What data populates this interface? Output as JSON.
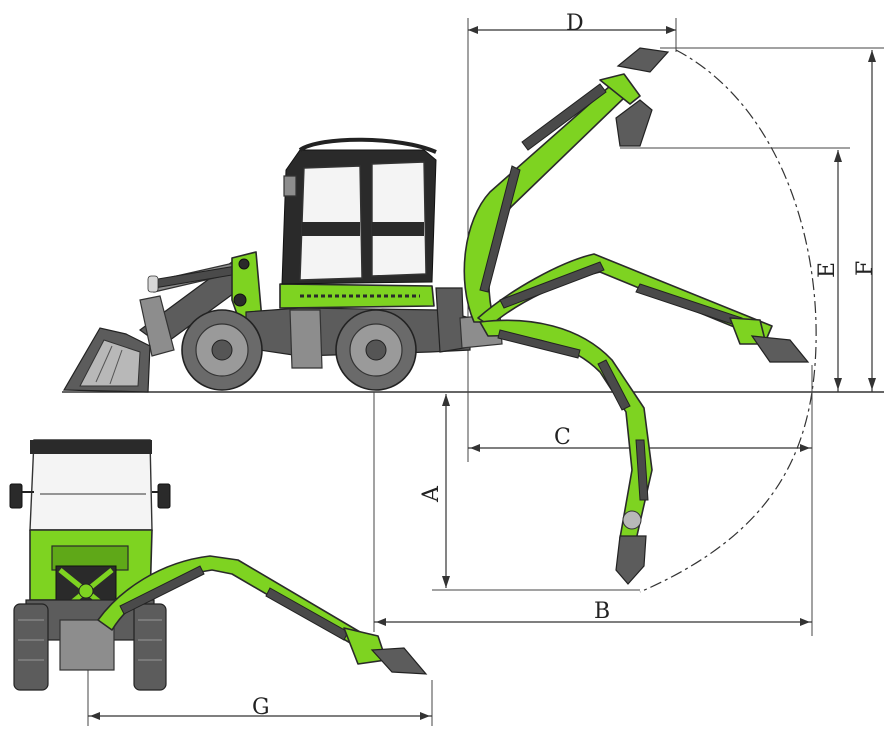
{
  "dimensions": {
    "A": "A",
    "B": "B",
    "C": "C",
    "D": "D",
    "E": "E",
    "F": "F",
    "G": "G"
  },
  "colors": {
    "machine_green": "#7ed321",
    "body_grey": "#8d8d8d",
    "dark_grey": "#2a2a2a",
    "dimension_line": "#333333"
  }
}
